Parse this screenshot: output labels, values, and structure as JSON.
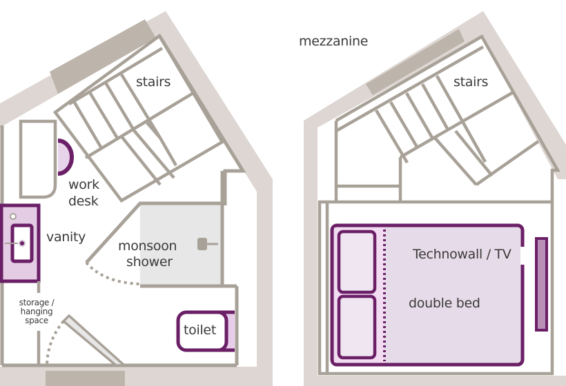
{
  "colors": {
    "outer_wall": "#ddd6d2",
    "outer_wall_dark": "#bdb4ab",
    "inner_wall": "#a8a198",
    "furniture_outline": "#6a1f66",
    "furniture_fill": "#e8d4ea",
    "bed_fill": "#e6dbe8",
    "pillow_fill": "#efe6f1",
    "shower_fill": "#e7e7e7",
    "text": "#3a3a3a"
  },
  "ground_floor": {
    "labels": {
      "stairs": "stairs",
      "work_desk_line1": "work",
      "work_desk_line2": "desk",
      "vanity": "vanity",
      "shower_line1": "monsoon",
      "shower_line2": "shower",
      "storage_line1": "storage /",
      "storage_line2": "hanging",
      "storage_line3": "space",
      "toilet": "toilet"
    }
  },
  "mezzanine": {
    "title": "mezzanine",
    "labels": {
      "stairs": "stairs",
      "technowall": "Technowall / TV",
      "bed": "double bed"
    }
  }
}
